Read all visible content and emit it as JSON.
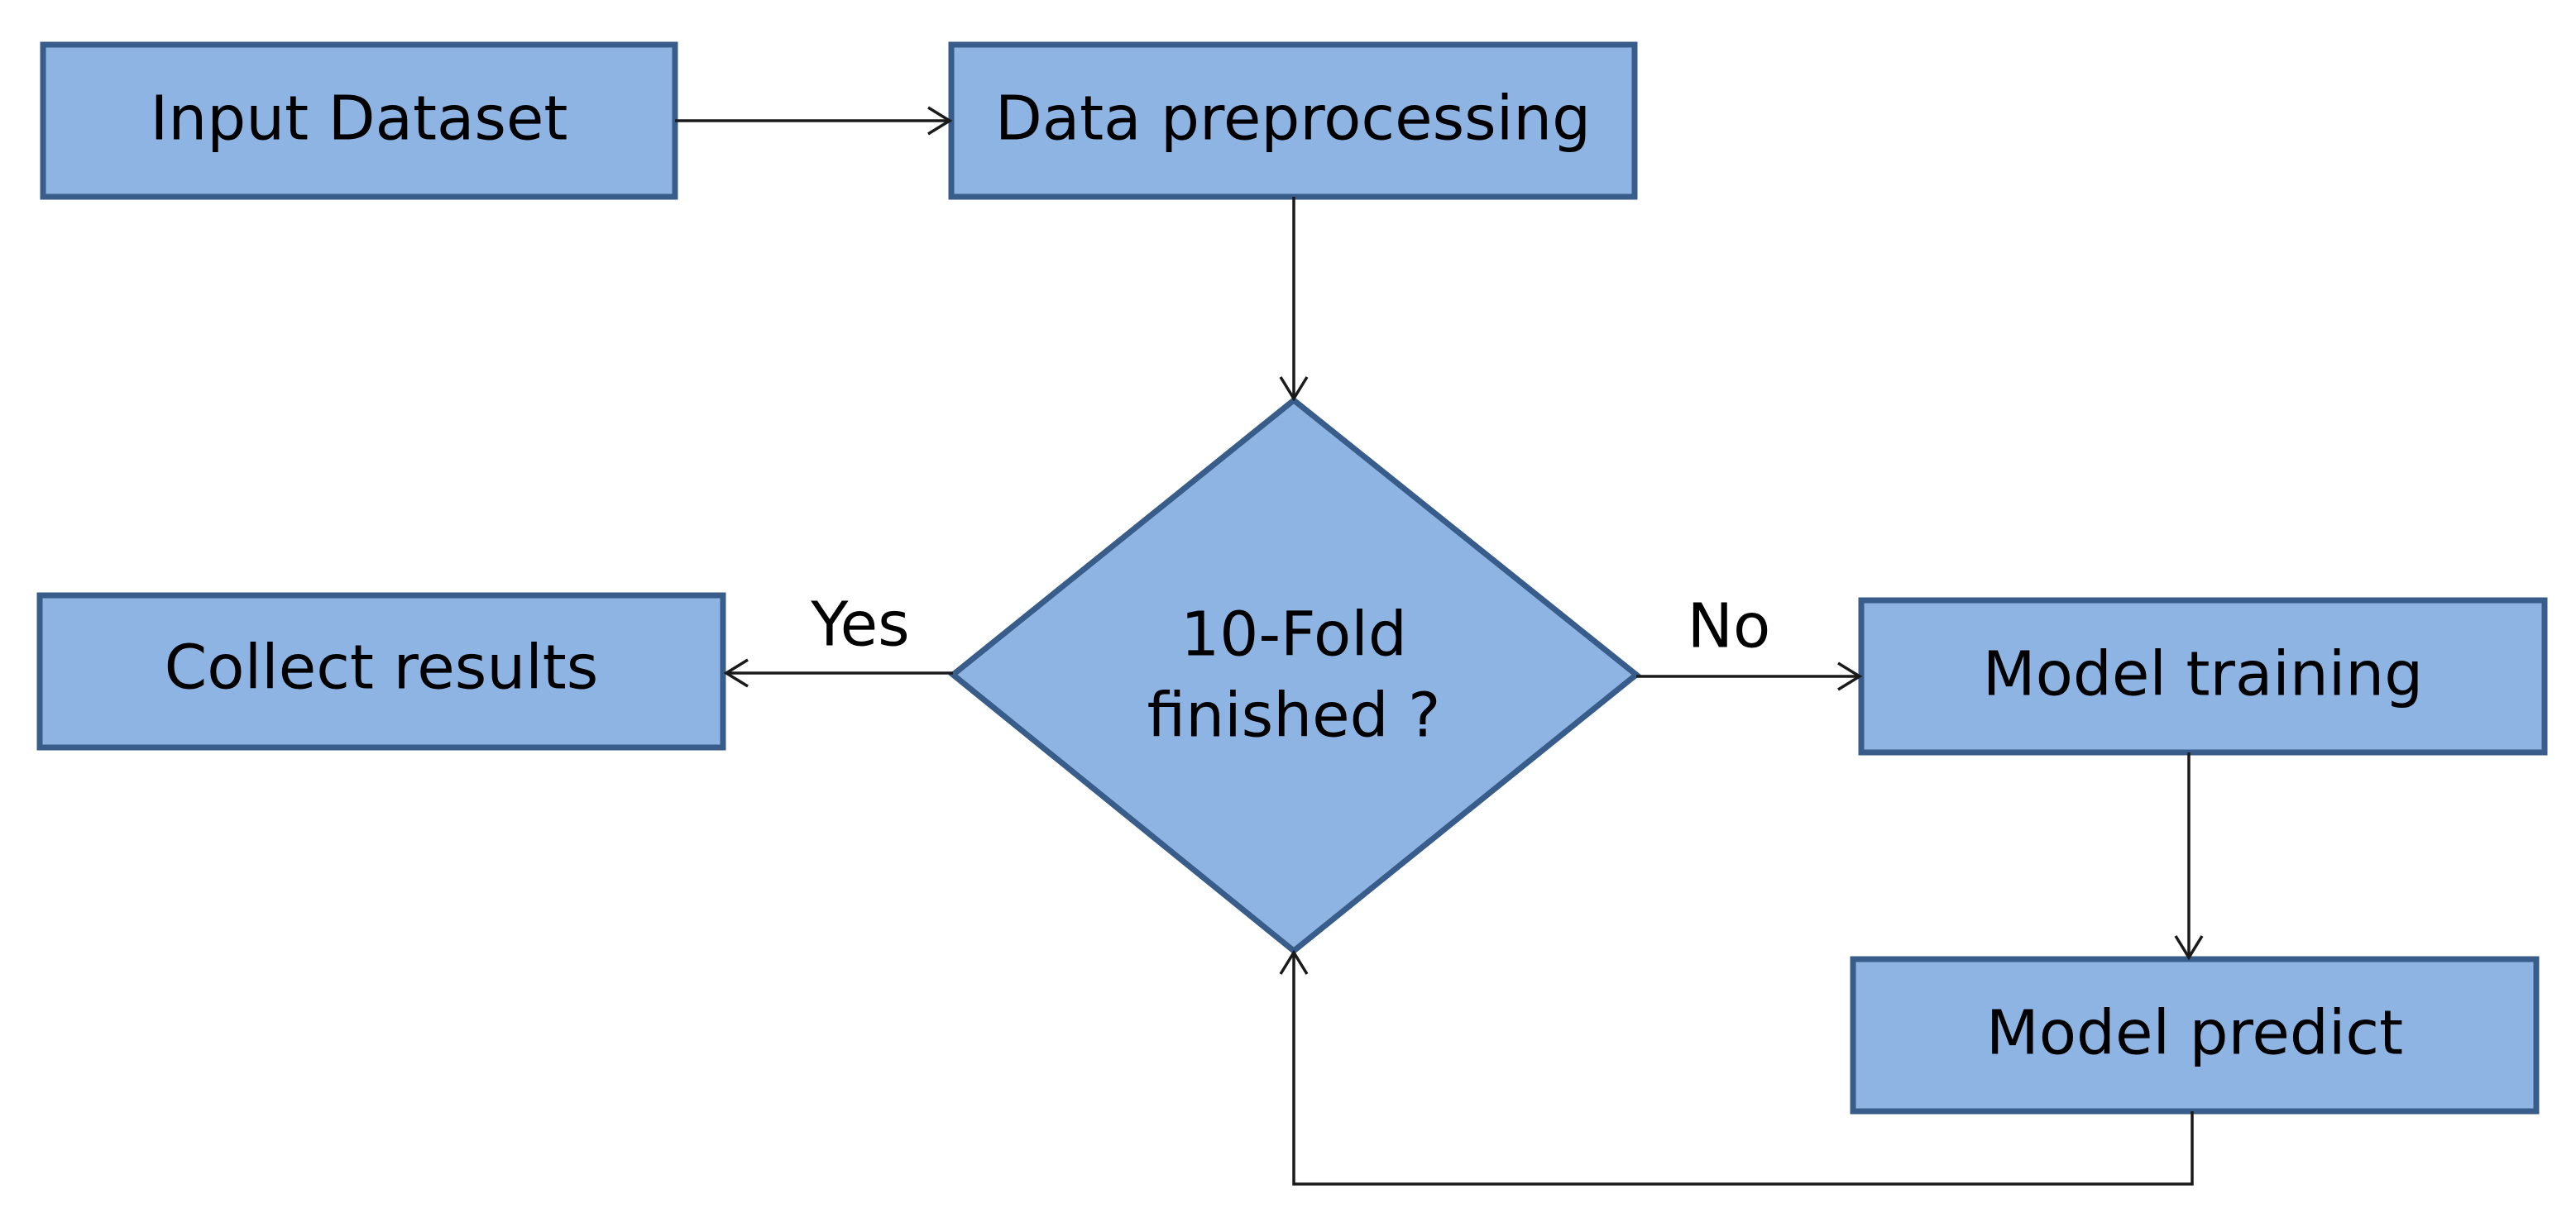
{
  "flowchart": {
    "nodes": {
      "input_dataset": "Input Dataset",
      "data_preprocessing": "Data preprocessing",
      "decision_line1": "10-Fold",
      "decision_line2": "finished ?",
      "collect_results": "Collect results",
      "model_training": "Model training",
      "model_predict": "Model predict"
    },
    "edges": {
      "yes_label": "Yes",
      "no_label": "No"
    }
  },
  "colors": {
    "node_fill": "#8EB4E3",
    "node_stroke": "#385D8A",
    "line": "#1a1a1a"
  }
}
